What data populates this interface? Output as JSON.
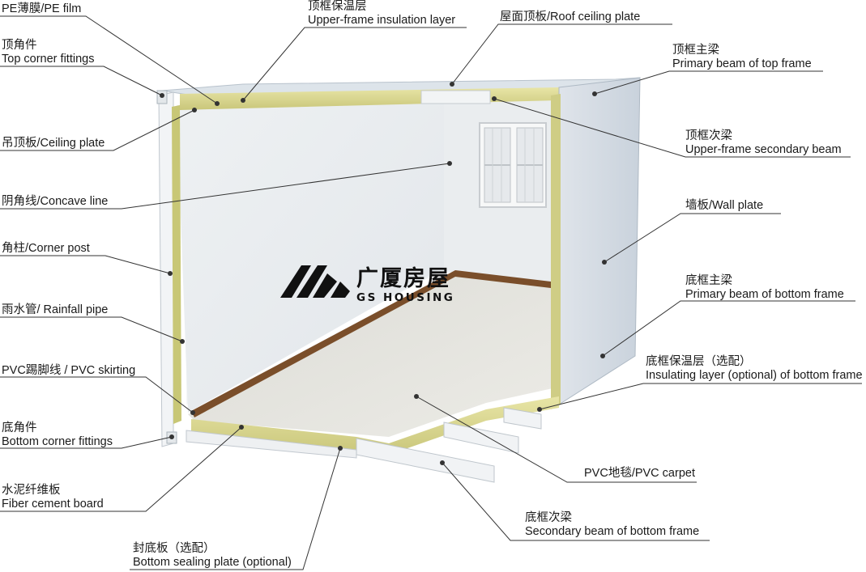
{
  "logo": {
    "cn": "广厦房屋",
    "en": "GS HOUSING"
  },
  "labels": {
    "pe_film": {
      "cn": "PE薄膜/PE film"
    },
    "upper_insulation": {
      "cn": "顶框保温层",
      "en": "Upper-frame insulation layer"
    },
    "roof_plate": {
      "cn": "屋面顶板/Roof ceiling plate"
    },
    "top_corner": {
      "cn": "顶角件",
      "en": "Top corner fittings"
    },
    "primary_top": {
      "cn": "顶框主梁",
      "en": "Primary beam of top frame"
    },
    "ceiling_plate": {
      "cn": "吊顶板/Ceiling plate"
    },
    "secondary_top": {
      "cn": "顶框次梁",
      "en": "Upper-frame secondary beam"
    },
    "concave": {
      "cn": "阴角线/Concave line"
    },
    "wall_plate": {
      "cn": "墙板/Wall plate"
    },
    "corner_post": {
      "cn": "角柱/Corner post"
    },
    "primary_bottom": {
      "cn": "底框主梁",
      "en": "Primary beam of bottom frame"
    },
    "rainfall": {
      "cn": "雨水管/ Rainfall pipe"
    },
    "insulation_bottom": {
      "cn": "底框保温层（选配）",
      "en": "Insulating layer (optional) of bottom frame"
    },
    "pvc_skirting": {
      "cn": "PVC踢脚线 / PVC skirting"
    },
    "bottom_corner": {
      "cn": "底角件",
      "en": "Bottom corner fittings"
    },
    "pvc_carpet": {
      "cn": "PVC地毯/PVC carpet"
    },
    "fiber_cement": {
      "cn": "水泥纤维板",
      "en": "Fiber cement board"
    },
    "secondary_bottom": {
      "cn": "底框次梁",
      "en": "Secondary beam of bottom frame"
    },
    "sealing": {
      "cn": "封底板（选配）",
      "en": "Bottom sealing plate (optional)"
    }
  }
}
